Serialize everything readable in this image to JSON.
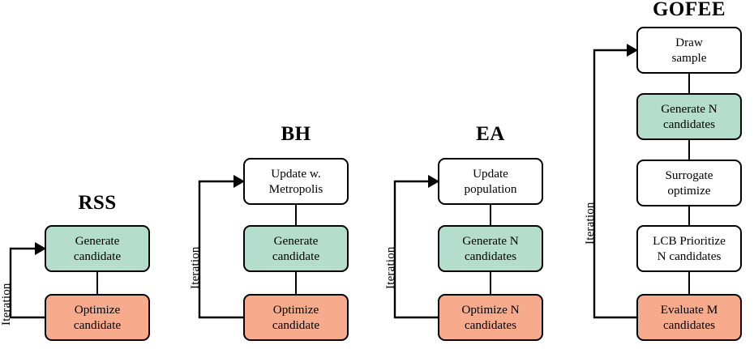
{
  "figure": {
    "background_color": "#ffffff",
    "box_colors": {
      "generate": "#b4ddcd",
      "optimize": "#f8ab8c",
      "neutral": "#ffffff",
      "stroke": "#000000"
    },
    "loop_label": "Iteration"
  },
  "columns": [
    {
      "id": "rss",
      "title": "RSS",
      "loop_label": "Iteration",
      "boxes": [
        {
          "id": "rss-generate",
          "label": "Generate\ncandidate",
          "fill": "green"
        },
        {
          "id": "rss-optimize",
          "label": "Optimize\ncandidate",
          "fill": "orange"
        }
      ]
    },
    {
      "id": "bh",
      "title": "BH",
      "loop_label": "Iteration",
      "boxes": [
        {
          "id": "bh-update",
          "label": "Update w.\nMetropolis",
          "fill": "white"
        },
        {
          "id": "bh-generate",
          "label": "Generate\ncandidate",
          "fill": "green"
        },
        {
          "id": "bh-optimize",
          "label": "Optimize\ncandidate",
          "fill": "orange"
        }
      ]
    },
    {
      "id": "ea",
      "title": "EA",
      "loop_label": "Iteration",
      "boxes": [
        {
          "id": "ea-update",
          "label": "Update\npopulation",
          "fill": "white"
        },
        {
          "id": "ea-generate",
          "label": "Generate N\ncandidates",
          "fill": "green"
        },
        {
          "id": "ea-optimize",
          "label": "Optimize N\ncandidates",
          "fill": "orange"
        }
      ]
    },
    {
      "id": "gofee",
      "title": "GOFEE",
      "loop_label": "Iteration",
      "boxes": [
        {
          "id": "gofee-draw",
          "label": "Draw\nsample",
          "fill": "white"
        },
        {
          "id": "gofee-generate",
          "label": "Generate N\ncandidates",
          "fill": "green"
        },
        {
          "id": "gofee-surrogate",
          "label": "Surrogate\noptimize",
          "fill": "white"
        },
        {
          "id": "gofee-lcb",
          "label": "LCB Prioritize\nN candidates",
          "fill": "white"
        },
        {
          "id": "gofee-evaluate",
          "label": "Evaluate M\ncandidates",
          "fill": "orange"
        }
      ]
    }
  ]
}
